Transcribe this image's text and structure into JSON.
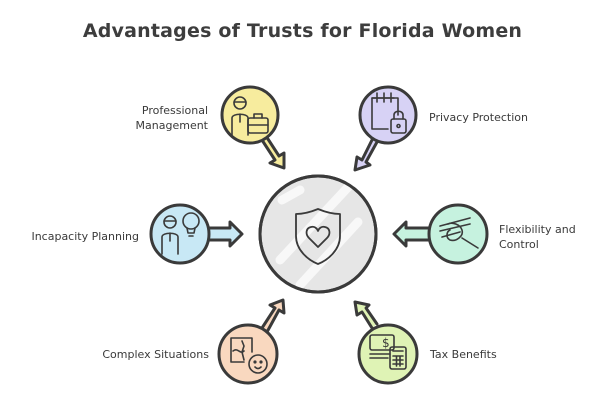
{
  "title": "Advantages of Trusts for Florida Women",
  "center": {
    "icon": "shield-heart-icon",
    "fill": "#e6e6e6"
  },
  "nodes": [
    {
      "id": "professional-management",
      "label_line1": "Professional",
      "label_line2": "Management",
      "icon": "person-briefcase-icon",
      "color": "#f7ec9e",
      "position": "top-left"
    },
    {
      "id": "privacy-protection",
      "label_line1": "Privacy Protection",
      "label_line2": "",
      "icon": "calendar-lock-icon",
      "color": "#d7d2f5",
      "position": "top-right"
    },
    {
      "id": "incapacity-planning",
      "label_line1": "Incapacity Planning",
      "label_line2": "",
      "icon": "person-lightbulb-icon",
      "color": "#c8e8f5",
      "position": "left"
    },
    {
      "id": "flexibility-and-control",
      "label_line1": "Flexibility and",
      "label_line2": "Control",
      "icon": "hand-icon",
      "color": "#c6f2df",
      "position": "right"
    },
    {
      "id": "complex-situations",
      "label_line1": "Complex Situations",
      "label_line2": "",
      "icon": "puzzle-face-icon",
      "color": "#f9d8bf",
      "position": "bottom-left"
    },
    {
      "id": "tax-benefits",
      "label_line1": "Tax Benefits",
      "label_line2": "",
      "icon": "money-calculator-icon",
      "color": "#dff3b5",
      "position": "bottom-right"
    }
  ]
}
